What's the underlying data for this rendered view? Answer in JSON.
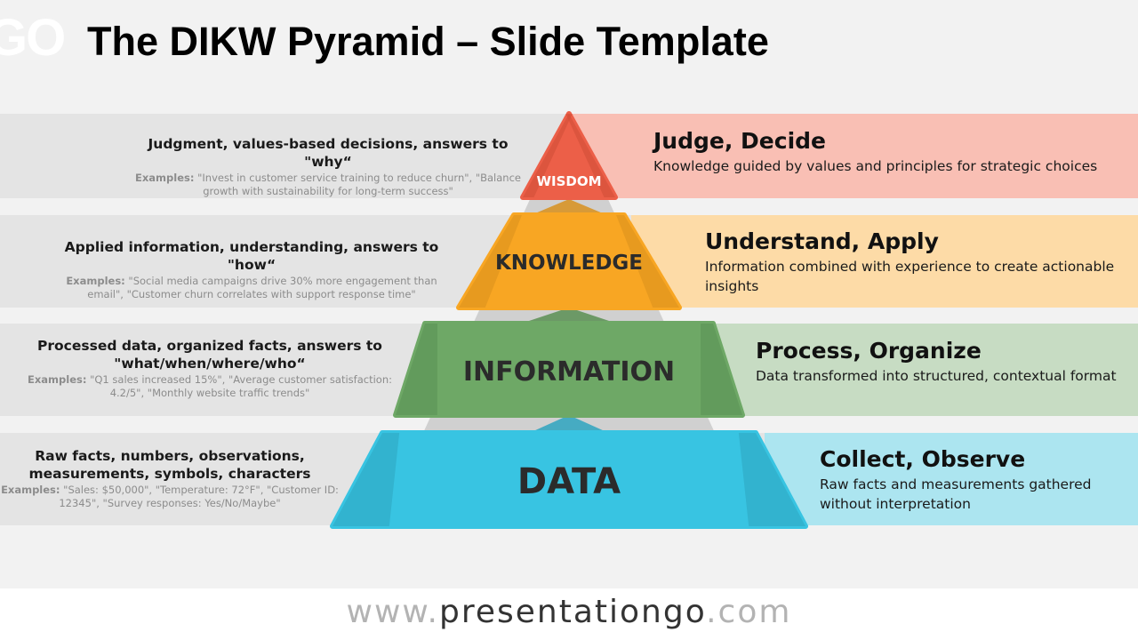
{
  "logo_text": "GO",
  "title": "The DIKW Pyramid – Slide Template",
  "levels": [
    {
      "label": "WISDOM",
      "heading": "Judge, Decide",
      "description": "Knowledge guided by values and principles for strategic choices",
      "summary": "Judgment, values-based decisions, answers to \"why“",
      "examples_label": "Examples:",
      "examples": " \"Invest in customer service training to reduce churn\", \"Balance growth with sustainability for long-term success\"",
      "colors": {
        "side": "#f9bfb4",
        "shape": "#ec5f48",
        "dark": "#cf4d37"
      }
    },
    {
      "label": "KNOWLEDGE",
      "heading": "Understand, Apply",
      "description": "Information combined with experience to create actionable insights",
      "summary": "Applied information, understanding, answers to \"how“",
      "examples_label": "Examples:",
      "examples": " \"Social media campaigns drive 30% more engagement than email\", \"Customer churn correlates with support response time\"",
      "colors": {
        "side": "#fddba7",
        "shape": "#f8a623",
        "dark": "#d8901d"
      }
    },
    {
      "label": "INFORMATION",
      "heading": "Process, Organize",
      "description": "Data transformed into structured, contextual format",
      "summary": "Processed data, organized facts, answers to \"what/when/where/who“",
      "examples_label": "Examples:",
      "examples": " \"Q1 sales increased 15%\", \"Average customer satisfaction: 4.2/5\", \"Monthly website traffic trends\"",
      "colors": {
        "side": "#c7dcc3",
        "shape": "#6ea866",
        "dark": "#5a8f53"
      }
    },
    {
      "label": "DATA",
      "heading": "Collect, Observe",
      "description": "Raw facts and measurements gathered without interpretation",
      "summary": "Raw facts, numbers, observations, measurements, symbols, characters",
      "examples_label": "Examples:",
      "examples": " \"Sales: $50,000\", \"Temperature: 72°F\", \"Customer ID: 12345\", \"Survey responses: Yes/No/Maybe\"",
      "colors": {
        "side": "#ace5f0",
        "shape": "#38c4e2",
        "dark": "#2ea5bf"
      }
    }
  ],
  "footer": {
    "prefix": "www.",
    "brand": "presentationgo",
    "suffix": ".com"
  },
  "colors": {
    "left_band": "#e4e4e4",
    "background": "#f2f2f2",
    "behind_pyramid": "#d0d0d0"
  }
}
